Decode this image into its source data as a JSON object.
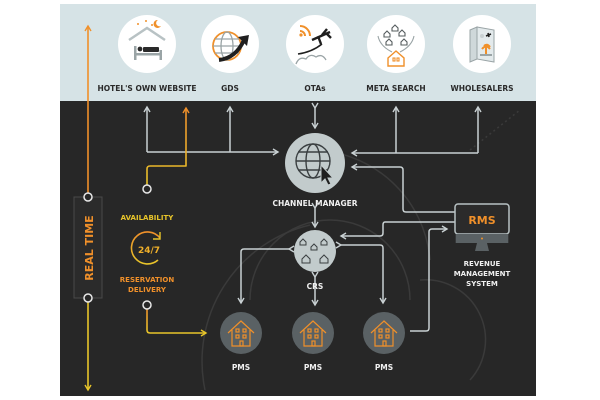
{
  "diagram": {
    "title": "Hotel distribution channels",
    "colors": {
      "top_band": "#d6e3e6",
      "dark_bg": "#272727",
      "accent_orange": "#f0902a",
      "accent_yellow": "#e8c52a",
      "line_gray": "#b8c2c4",
      "node_light": "#c2cbcc",
      "node_dark": "#5a6164",
      "text_dark": "#2a2a2a",
      "text_light": "#f0f0f0"
    },
    "channels": [
      {
        "id": "hotel-website",
        "label": "HOTEL'S OWN WEBSITE",
        "icon": "bed-under-roof-icon"
      },
      {
        "id": "gds",
        "label": "GDS",
        "icon": "globe-arrow-icon"
      },
      {
        "id": "otas",
        "label": "OTAs",
        "icon": "wifi-plane-icon"
      },
      {
        "id": "meta-search",
        "label": "META SEARCH",
        "icon": "houses-funnel-icon"
      },
      {
        "id": "wholesalers",
        "label": "WHOLESALERS",
        "icon": "brochure-icon"
      }
    ],
    "channel_manager": {
      "label": "CHANNEL MANAGER",
      "icon": "globe-cursor-icon"
    },
    "crs": {
      "label": "CRS",
      "icon": "houses-cluster-icon"
    },
    "rms": {
      "screen_text": "RMS",
      "label_lines": [
        "REVENUE",
        "MANAGEMENT",
        "SYSTEM"
      ],
      "icon": "monitor-icon"
    },
    "pms": [
      {
        "label": "PMS",
        "icon": "hotel-building-icon"
      },
      {
        "label": "PMS",
        "icon": "hotel-building-icon"
      },
      {
        "label": "PMS",
        "icon": "hotel-building-icon"
      }
    ],
    "real_time": {
      "label": "REAL TIME"
    },
    "cycle": {
      "top": "AVAILABILITY",
      "center": "24/7",
      "bottom_lines": [
        "RESERVATION",
        "DELIVERY"
      ]
    }
  }
}
